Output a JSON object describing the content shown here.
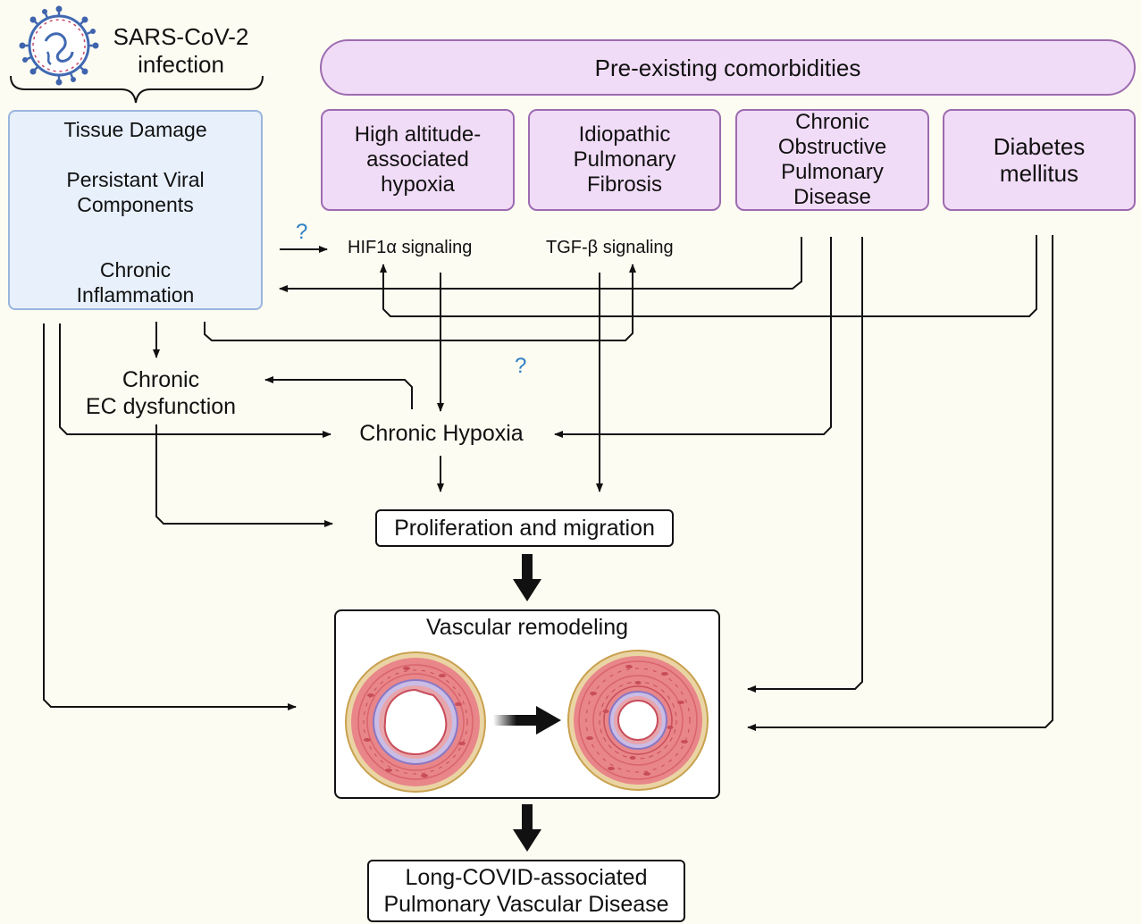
{
  "virus": {
    "label_line1": "SARS-CoV-2",
    "label_line2": "infection"
  },
  "comorbidities": {
    "header": "Pre-existing comorbidities",
    "items": [
      {
        "lines": [
          "High altitude-",
          "associated",
          "hypoxia"
        ]
      },
      {
        "lines": [
          "Idiopathic",
          "Pulmonary",
          "Fibrosis"
        ]
      },
      {
        "lines": [
          "Chronic",
          "Obstructive",
          "Pulmonary",
          "Disease"
        ]
      },
      {
        "lines": [
          "Diabetes",
          "mellitus"
        ]
      }
    ]
  },
  "tissue": {
    "damage": "Tissue Damage",
    "viral_line1": "Persistant Viral",
    "viral_line2": "Components",
    "inflam_line1": "Chronic",
    "inflam_line2": "Inflammation"
  },
  "signals": {
    "hif": "HIF1α signaling",
    "tgf": "TGF-β signaling",
    "unknown": "?"
  },
  "ec": {
    "line1": "Chronic",
    "line2": "EC dysfunction"
  },
  "hypoxia": "Chronic Hypoxia",
  "prolif": "Proliferation and migration",
  "remodel": "Vascular remodeling",
  "outcome": {
    "line1": "Long-COVID-associated",
    "line2": "Pulmonary Vascular Disease"
  },
  "colors": {
    "background": "#fdfcf2",
    "comorbidity_fill": "#f1dcf7",
    "comorbidity_border": "#9c6bb0",
    "tissue_fill": "#e7f0fb",
    "tissue_border": "#9ab5dd",
    "question": "#2f7fc4"
  }
}
